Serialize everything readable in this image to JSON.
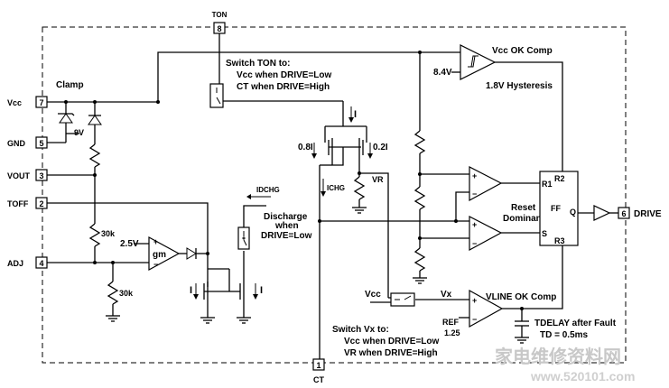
{
  "pins": {
    "ton": {
      "number": "8",
      "label": "TON"
    },
    "vcc": {
      "number": "7",
      "label": "Vcc"
    },
    "gnd": {
      "number": "5",
      "label": "GND"
    },
    "vout": {
      "number": "3",
      "label": "VOUT"
    },
    "toff": {
      "number": "2",
      "label": "TOFF"
    },
    "adj": {
      "number": "4",
      "label": "ADJ"
    },
    "ct": {
      "number": "1",
      "label": "CT"
    },
    "drive": {
      "number": "6",
      "label": "DRIVE"
    }
  },
  "labels": {
    "clamp": "Clamp",
    "zener_9v": "9V",
    "r30k_a": "30k",
    "r30k_b": "30k",
    "ref_2v5": "2.5V",
    "gm": "gm",
    "switch_ton_1": "Switch TON to:",
    "switch_ton_2": "Vcc when DRIVE=Low",
    "switch_ton_3": "CT   when DRIVE=High",
    "i_top": "I",
    "i_08": "0.8I",
    "i_02": "0.2I",
    "vr": "VR",
    "ichg": "ICHG",
    "idchg": "IDCHG",
    "discharge_1": "Discharge",
    "discharge_2": "when",
    "discharge_3": "DRIVE=Low",
    "i_left": "I",
    "i_right": "I",
    "vcc_ok_comp": "Vcc OK Comp",
    "v84": "8.4V",
    "hysteresis": "1.8V Hysteresis",
    "reset_dominant_1": "Reset",
    "reset_dominant_2": "Dominant",
    "ff": "FF",
    "r1": "R1",
    "r2": "R2",
    "r3": "R3",
    "s": "S",
    "q": "Q",
    "vline_ok_comp": "VLINE OK Comp",
    "vx": "Vx",
    "vcc_sw": "Vcc",
    "ref": "REF",
    "ref_val": "1.25",
    "tdelay_1": "TDELAY after Fault",
    "tdelay_2": "TD = 0.5ms",
    "switch_vx_1": "Switch Vx to:",
    "switch_vx_2": "Vcc when DRIVE=Low",
    "switch_vx_3": "VR  when DRIVE=High",
    "plus": "+",
    "minus": "−"
  },
  "watermark": {
    "cn": "家电维修资料网",
    "url": "www.520101.com"
  }
}
